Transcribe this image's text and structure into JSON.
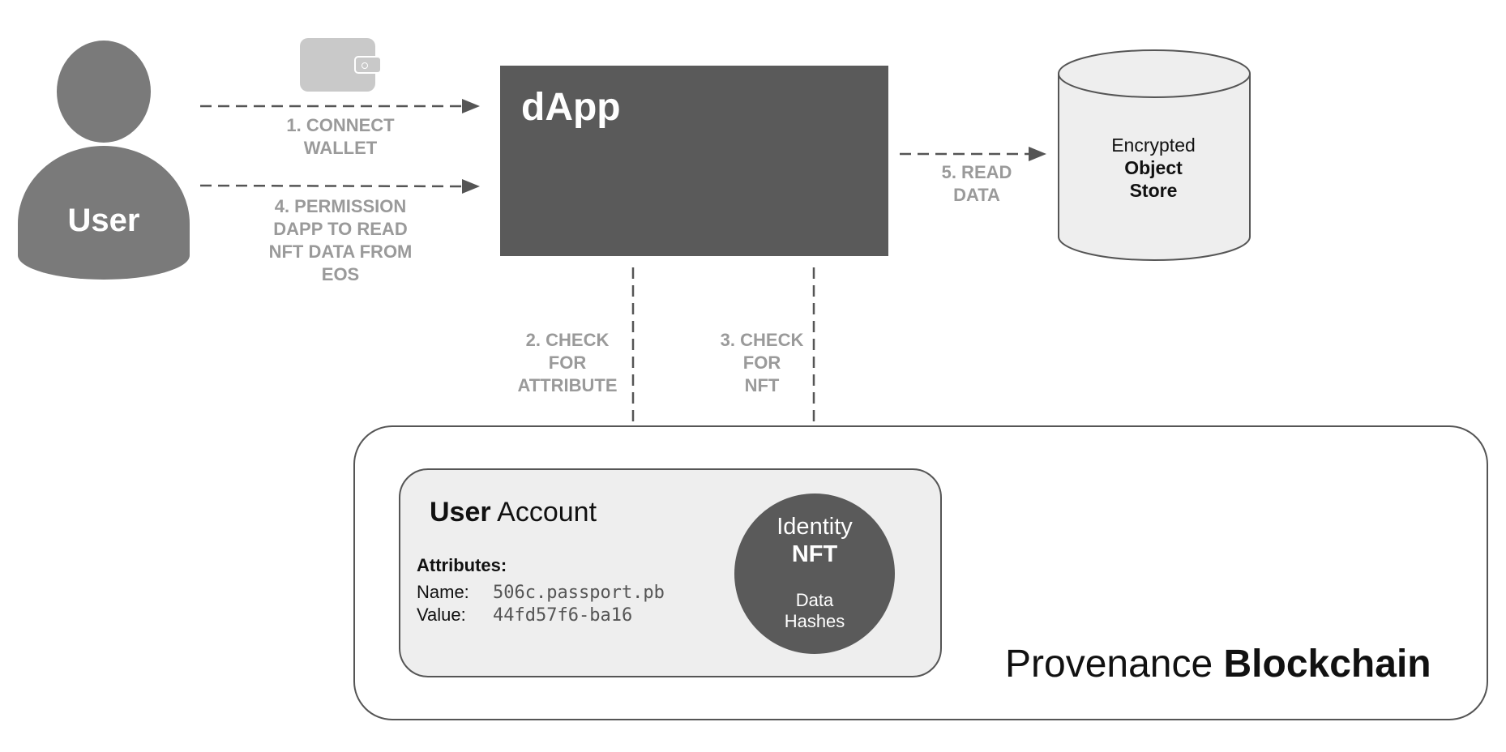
{
  "user": {
    "label": "User"
  },
  "steps": {
    "connect_wallet": [
      "1. CONNECT",
      "WALLET"
    ],
    "permission": [
      "4. PERMISSION",
      "DAPP TO READ",
      "NFT DATA FROM",
      "EOS"
    ],
    "check_attribute": [
      "2. CHECK",
      "FOR",
      "ATTRIBUTE"
    ],
    "check_nft": [
      "3. CHECK",
      "FOR",
      "NFT"
    ],
    "read_data": [
      "5. READ",
      "DATA"
    ]
  },
  "dapp": {
    "title": "dApp"
  },
  "object_store": {
    "line1": "Encrypted",
    "line2": "Object",
    "line3": "Store"
  },
  "blockchain": {
    "title_regular": "Provenance ",
    "title_bold": "Blockchain"
  },
  "account": {
    "title_bold": "User",
    "title_regular": " Account",
    "attributes_label": "Attributes:",
    "name_key": "Name:",
    "name_value": "506c.passport.pb",
    "value_key": "Value:",
    "value_value": "44fd57f6-ba16"
  },
  "nft": {
    "line1": "Identity",
    "line2": "NFT",
    "sub1": "Data",
    "sub2": "Hashes"
  },
  "colors": {
    "dark": "#5a5a5a",
    "user": "#7a7a7a",
    "label_gray": "#9a9a9a",
    "light_fill": "#eeeeee"
  },
  "icons": {
    "wallet": "wallet-icon",
    "user": "user-icon",
    "database": "database-icon"
  }
}
